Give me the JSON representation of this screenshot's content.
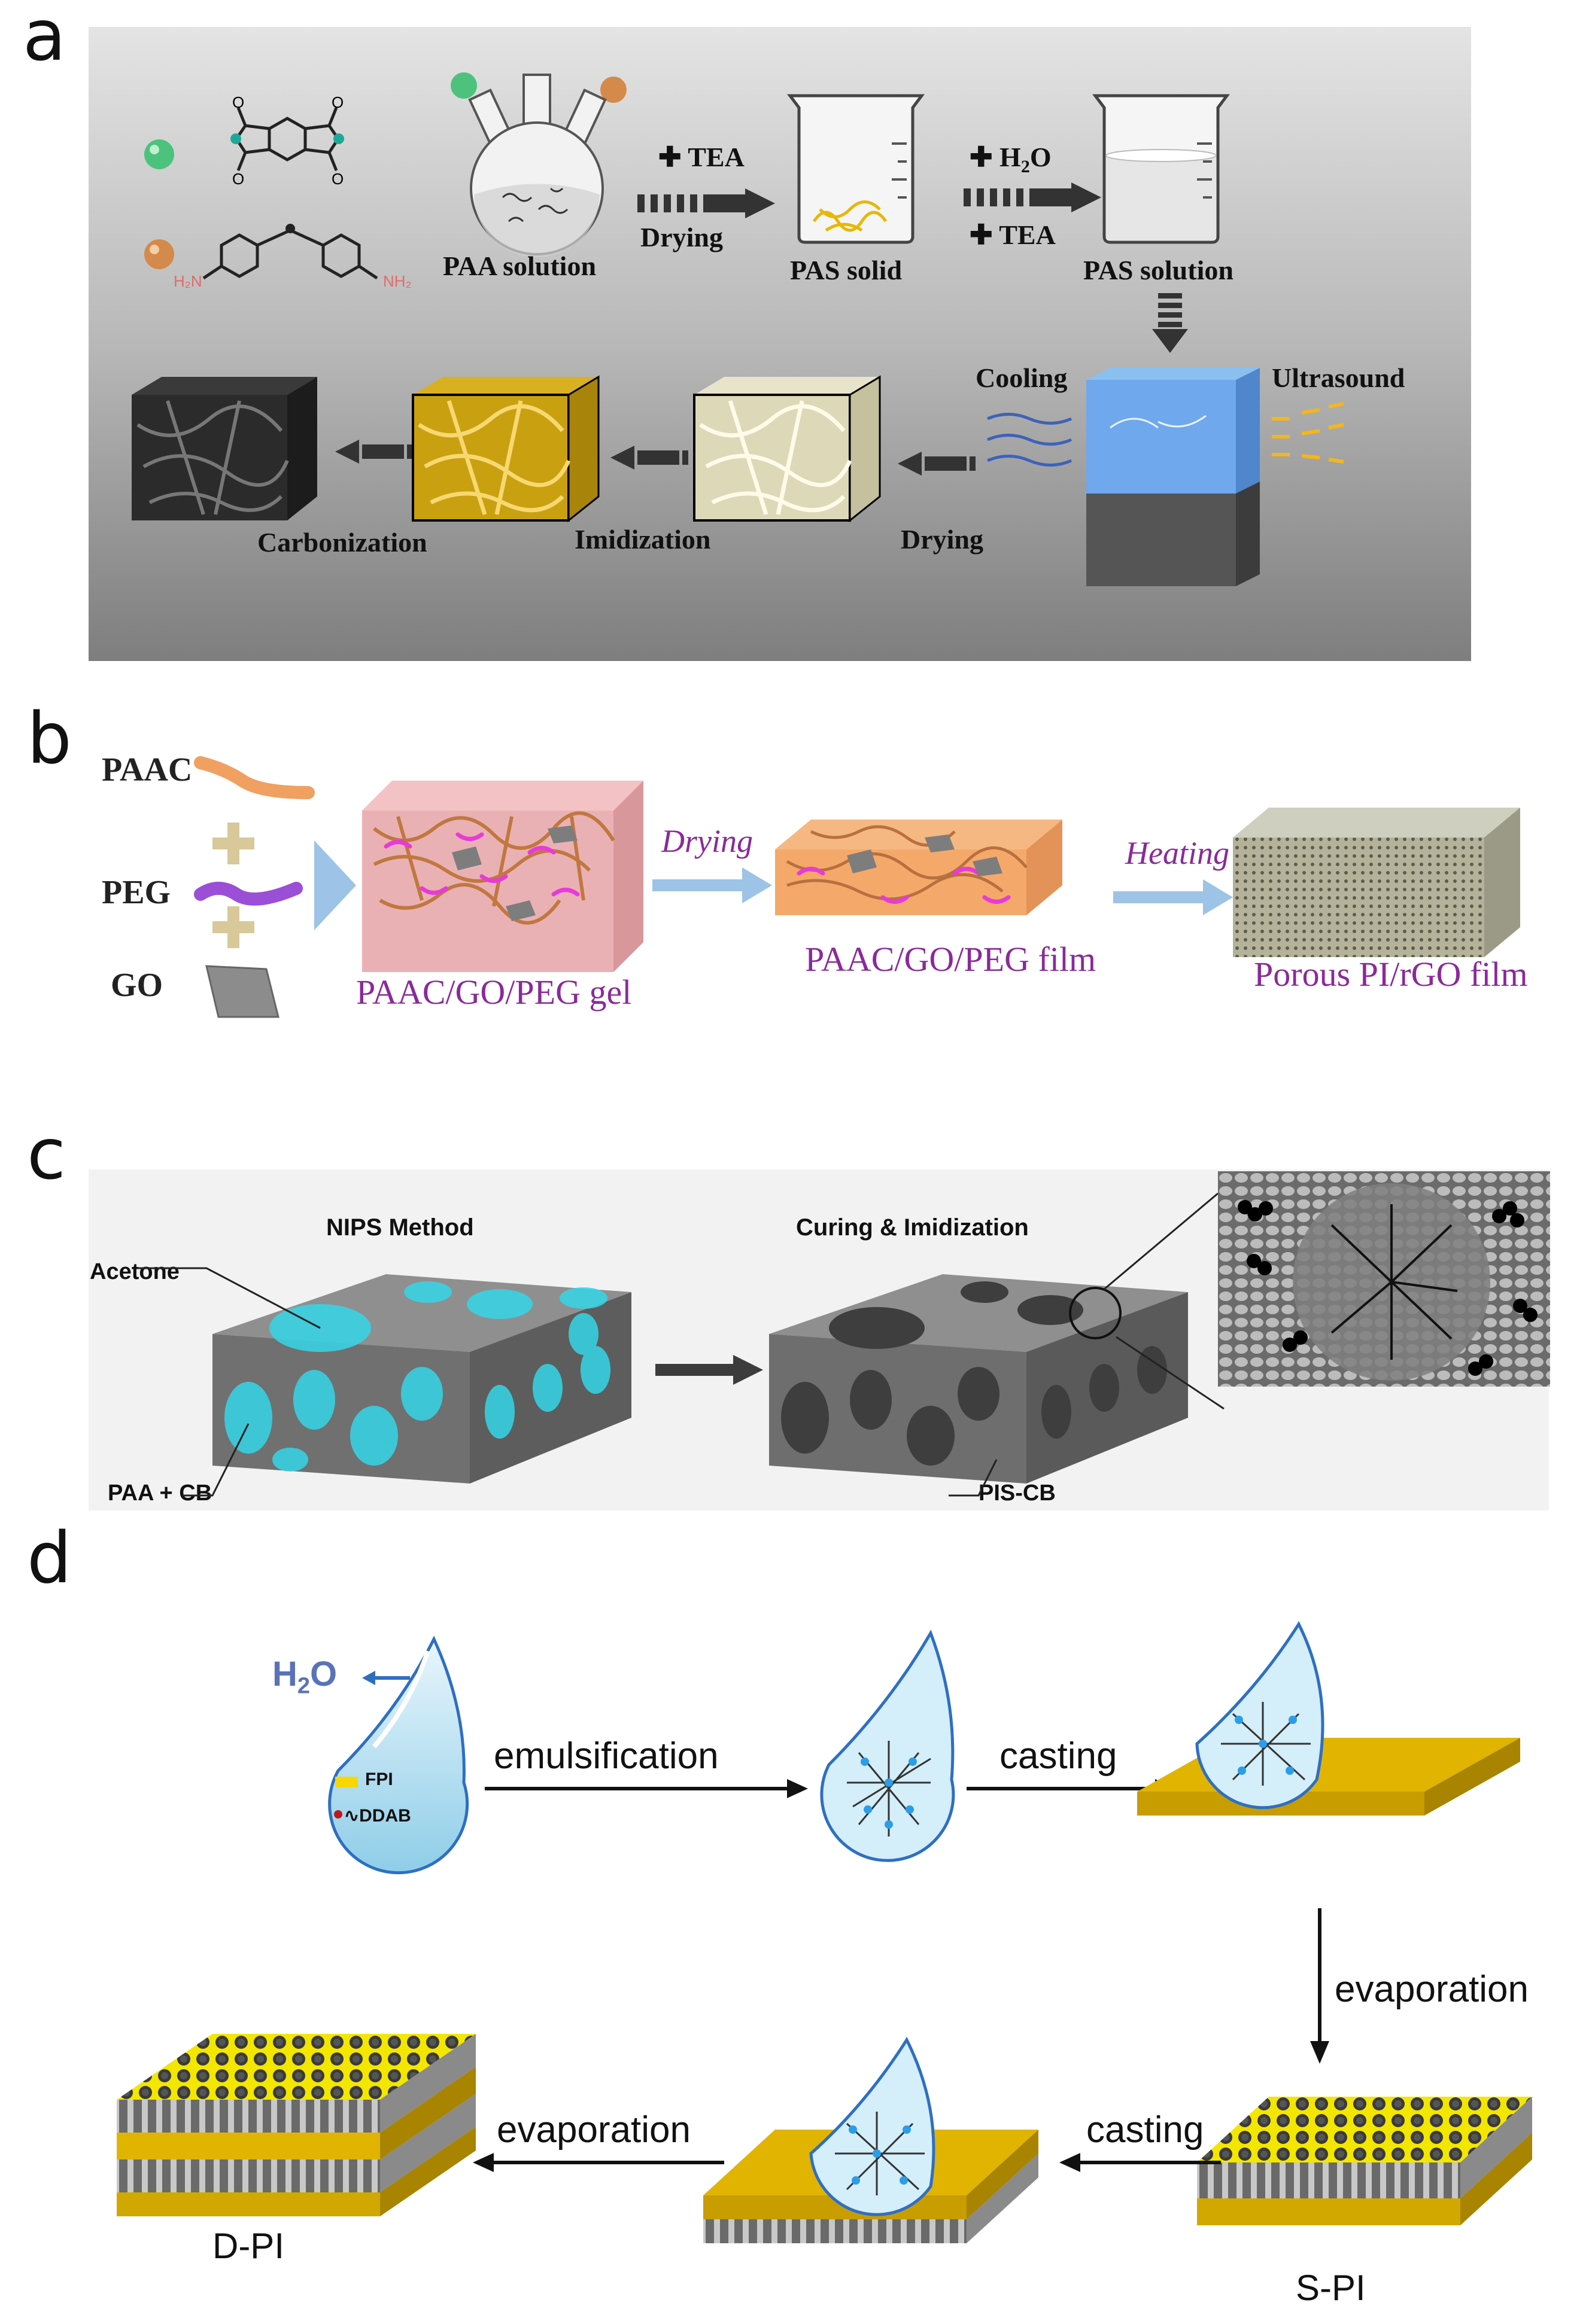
{
  "panel_a": {
    "letter": "a",
    "background_colors": [
      "#8e8e8e",
      "#d9d9d9"
    ],
    "labels": {
      "paa_solution": "PAA solution",
      "tea_plus": "TEA",
      "drying_top": "Drying",
      "pas_solid": "PAS solid",
      "h2o_plus": "H",
      "h2o_sub": "2",
      "h2o_o": "O",
      "tea_plus2": "TEA",
      "pas_solution": "PAS solution",
      "cooling": "Cooling",
      "ultrasound": "Ultrasound",
      "carbonization": "Carbonization",
      "imidization": "Imidization",
      "drying_bottom": "Drying",
      "h2n": "H₂N",
      "nh2": "NH₂"
    }
  },
  "panel_b": {
    "letter": "b",
    "labels": {
      "paac": "PAAC",
      "peg": "PEG",
      "go": "GO",
      "gel": "PAAC/GO/PEG gel",
      "drying": "Drying",
      "film": "PAAC/GO/PEG film",
      "heating": "Heating",
      "porous": "Porous PI/rGO film"
    },
    "colors": {
      "label_purple": "#8a2a9a",
      "arrow_blue": "#9dc3e6",
      "paac_orange": "#f0a060",
      "peg_purple": "#9a4fd6"
    }
  },
  "panel_c": {
    "letter": "c",
    "labels": {
      "nips": "NIPS Method",
      "curing": "Curing & Imidization",
      "acetone": "Acetone",
      "paa_cb": "PAA + CB",
      "pis_cb": "PIS-CB"
    },
    "colors": {
      "pore_cyan": "#35d6e8"
    }
  },
  "panel_d": {
    "letter": "d",
    "labels": {
      "h2o_h": "H",
      "h2o_sub": "2",
      "h2o_o": "O",
      "fpi": "FPI",
      "ddab": "DDAB",
      "emulsification": "emulsification",
      "casting1": "casting",
      "evaporation1": "evaporation",
      "casting2": "casting",
      "evaporation2": "evaporation",
      "d_pi": "D-PI",
      "s_pi": "S-PI"
    },
    "colors": {
      "gold": "#e0b400",
      "gold_dark": "#b88f00",
      "drop_blue": "#bfe3f2",
      "yellow_ring": "#f3e600"
    }
  }
}
